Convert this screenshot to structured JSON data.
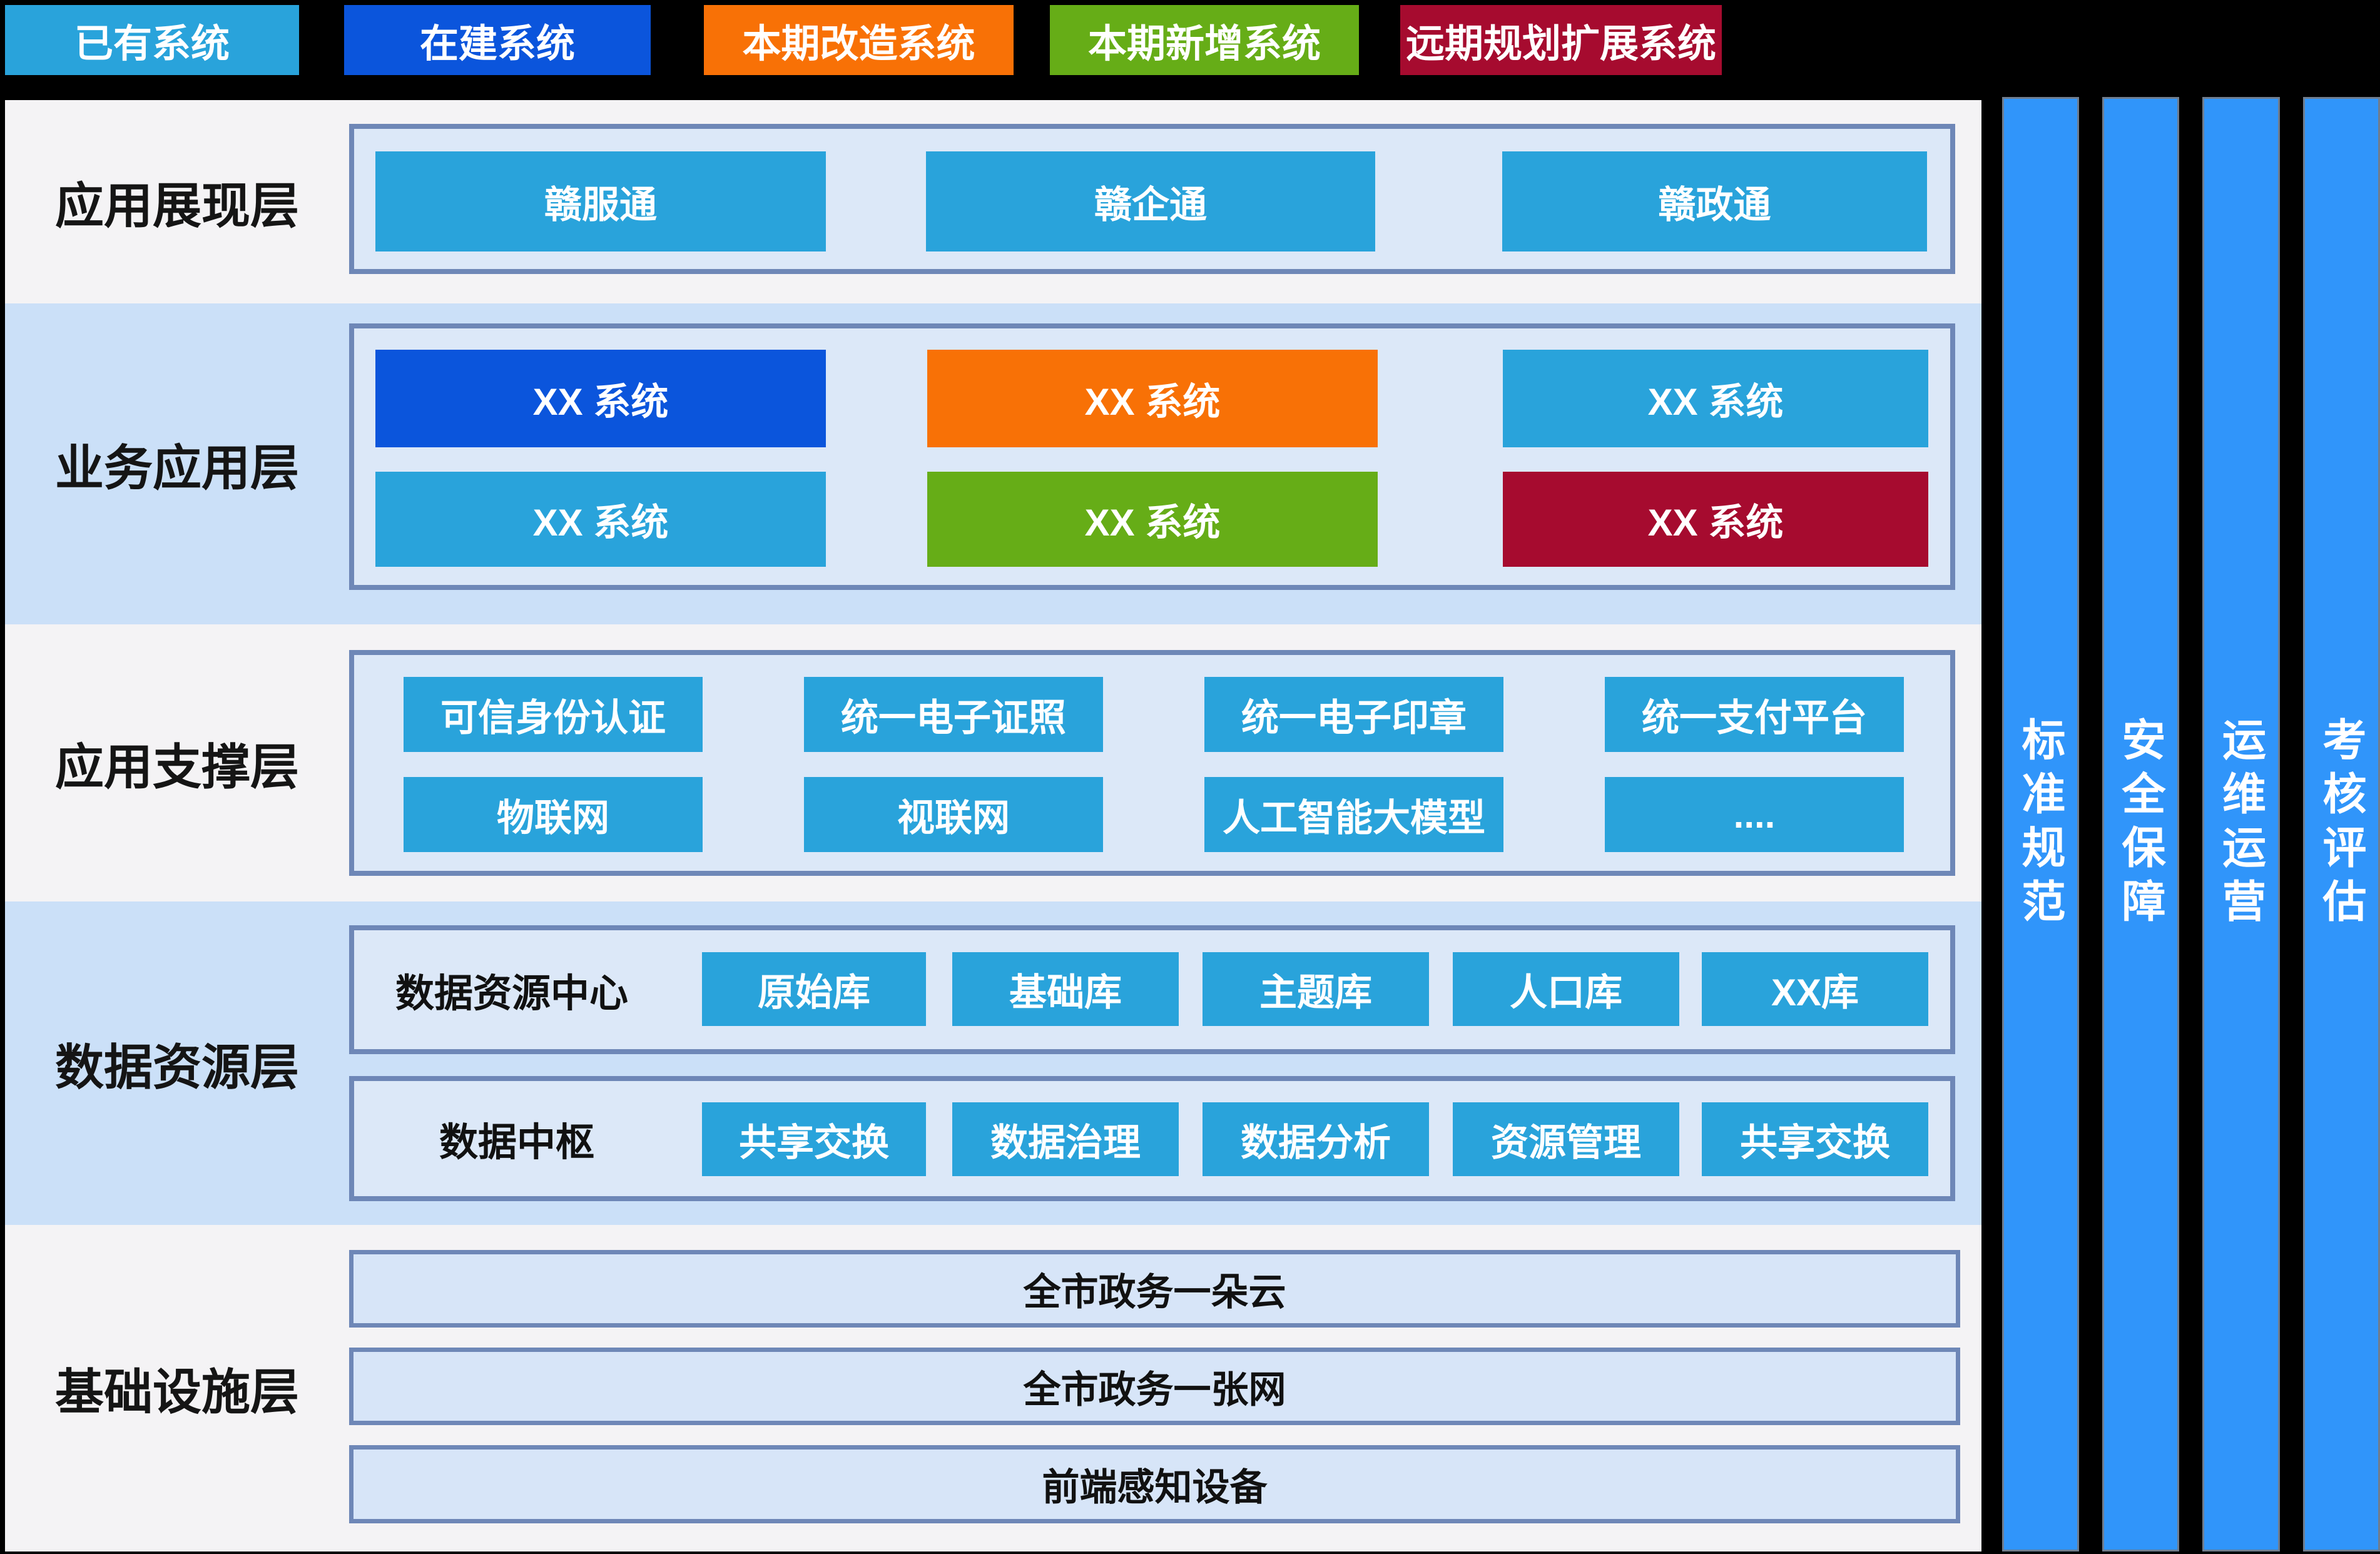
{
  "legend": {
    "items": [
      {
        "label": "已有系统",
        "color": "#29A3DB",
        "key": "existing-system"
      },
      {
        "label": "在建系统",
        "color": "#0B55DC",
        "key": "under-construction-system"
      },
      {
        "label": "本期改造系统",
        "color": "#F87106",
        "key": "current-renovation-system"
      },
      {
        "label": "本期新增系统",
        "color": "#66AD17",
        "key": "current-new-system"
      },
      {
        "label": "远期规划扩展系统",
        "color": "#A60B2F",
        "key": "future-expansion-system"
      }
    ]
  },
  "layers": {
    "presentation": {
      "label": "应用展现层",
      "apps": [
        {
          "label": "赣服通",
          "type": "已有系统"
        },
        {
          "label": "赣企通",
          "type": "已有系统"
        },
        {
          "label": "赣政通",
          "type": "已有系统"
        }
      ]
    },
    "business": {
      "label": "业务应用层",
      "row1": [
        {
          "label": "XX 系统",
          "type": "在建系统"
        },
        {
          "label": "XX 系统",
          "type": "本期改造系统"
        },
        {
          "label": "XX 系统",
          "type": "已有系统"
        }
      ],
      "row2": [
        {
          "label": "XX 系统",
          "type": "已有系统"
        },
        {
          "label": "XX 系统",
          "type": "本期新增系统"
        },
        {
          "label": "XX 系统",
          "type": "远期规划扩展系统"
        }
      ]
    },
    "support": {
      "label": "应用支撑层",
      "row1": [
        "可信身份认证",
        "统一电子证照",
        "统一电子印章",
        "统一支付平台"
      ],
      "row2": [
        "物联网",
        "视联网",
        "人工智能大模型",
        "...."
      ]
    },
    "data": {
      "label": "数据资源层",
      "groups": [
        {
          "title": "数据资源中心",
          "items": [
            "原始库",
            "基础库",
            "主题库",
            "人口库",
            "XX库"
          ]
        },
        {
          "title": "数据中枢",
          "items": [
            "共享交换",
            "数据治理",
            "数据分析",
            "资源管理",
            "共享交换"
          ]
        }
      ]
    },
    "infrastructure": {
      "label": "基础设施层",
      "items": [
        "全市政务一朵云",
        "全市政务一张网",
        "前端感知设备"
      ]
    }
  },
  "side_bars": [
    {
      "label": "标准规范"
    },
    {
      "label": "安全保障"
    },
    {
      "label": "运维运营"
    },
    {
      "label": "考核评估"
    }
  ],
  "palette": {
    "existing_system": "#29A3DB",
    "under_construction": "#0B55DC",
    "renovation": "#F87106",
    "new_system": "#66AD17",
    "future_expansion": "#A60B2F",
    "pillar_blue": "#3095FA",
    "band_gray": "#F4F3F5",
    "band_blue": "#CBE0F8",
    "container_fill": "#DCE8F8",
    "container_border": "#6E87B7",
    "background": "#000000"
  }
}
